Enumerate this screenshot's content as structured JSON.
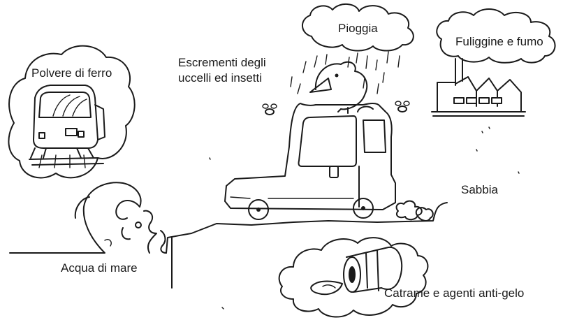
{
  "labels": {
    "rain": "Pioggia",
    "soot": "Fuliggine e fumo",
    "droppings_line1": "Escrementi degli",
    "droppings_line2": "uccelli ed insetti",
    "iron": "Polvere di ferro",
    "sand": "Sabbia",
    "seawater": "Acqua di mare",
    "tar": "Catrame e agenti anti-gelo"
  },
  "colors": {
    "ink": "#1a1a1a",
    "paper": "#ffffff"
  }
}
